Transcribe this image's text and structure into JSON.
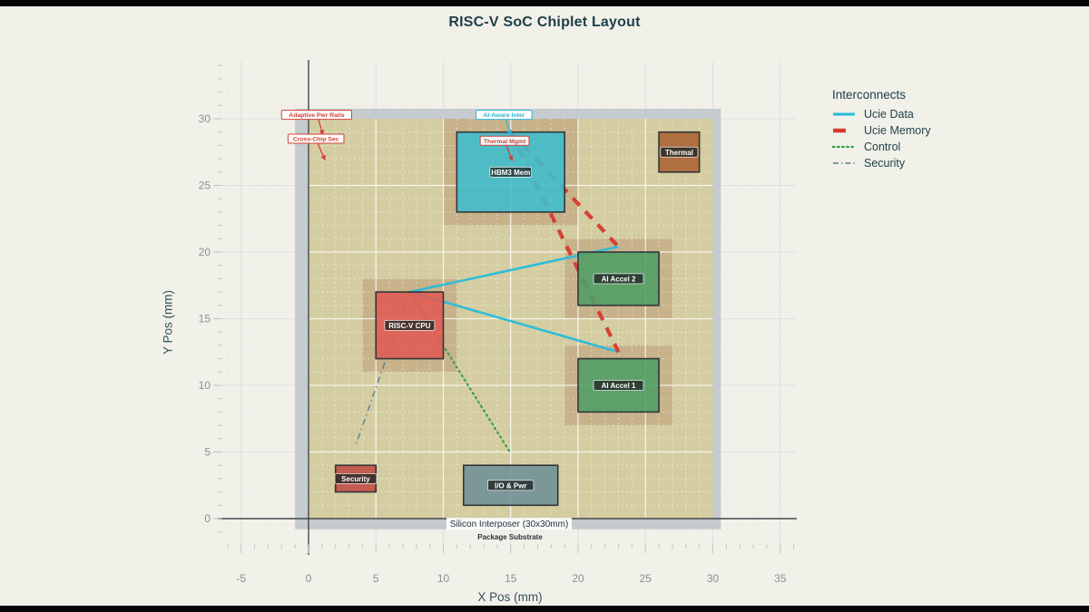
{
  "chart_data": {
    "type": "floorplan_scatter",
    "title": "RISC-V SoC Chiplet Layout",
    "xlabel": "X Pos (mm)",
    "ylabel": "Y Pos (mm)",
    "x_ticks": [
      -5,
      0,
      5,
      10,
      15,
      20,
      25,
      30,
      35
    ],
    "y_ticks": [
      0,
      5,
      10,
      15,
      20,
      25,
      30
    ],
    "xlim": [
      -6.4,
      36.2
    ],
    "ylim": [
      -1.9,
      34.3
    ],
    "grid": "on",
    "background_color": "#f1f0e9",
    "package_substrate": {
      "label": "Package Substrate",
      "x": -1,
      "y": -0.8,
      "w": 31.6,
      "h": 31.55,
      "color": "#c5cbce"
    },
    "interposer": {
      "label": "Silicon Interposer (30x30mm)",
      "x": 0,
      "y": 0,
      "w": 30,
      "h": 30,
      "color": "#d4cda1"
    },
    "halo_color": "#c7b28a",
    "chiplets": [
      {
        "id": "riscv-cpu",
        "label": "RISC-V CPU",
        "x": 5,
        "y": 12,
        "w": 5,
        "h": 5,
        "color": "#e05a52",
        "halo": true
      },
      {
        "id": "hbm3-mem",
        "label": "HBM3 Mem",
        "x": 11,
        "y": 23,
        "w": 8,
        "h": 6,
        "color": "#3ebdcd",
        "halo": true
      },
      {
        "id": "ai-accel-2",
        "label": "AI Accel 2",
        "x": 20,
        "y": 16,
        "w": 6,
        "h": 4,
        "color": "#4f9e63",
        "halo": true
      },
      {
        "id": "ai-accel-1",
        "label": "AI Accel 1",
        "x": 20,
        "y": 8,
        "w": 6,
        "h": 4,
        "color": "#4f9e63",
        "halo": true
      },
      {
        "id": "thermal",
        "label": "Thermal",
        "x": 26,
        "y": 26,
        "w": 3,
        "h": 3,
        "color": "#aa6233",
        "halo": false
      },
      {
        "id": "security",
        "label": "Security",
        "x": 2,
        "y": 2,
        "w": 3,
        "h": 2,
        "color": "#c24b43",
        "halo": false
      },
      {
        "id": "io-pwr",
        "label": "I/O & Pwr",
        "x": 11.5,
        "y": 1,
        "w": 7,
        "h": 3,
        "color": "#6e8f96",
        "halo": false
      }
    ],
    "legend": {
      "title": "Interconnects",
      "position": "right",
      "items": [
        {
          "name": "Ucie Data",
          "color": "#27bcdb",
          "style": "solid"
        },
        {
          "name": "Ucie Memory",
          "color": "#d63a2e",
          "style": "dashed"
        },
        {
          "name": "Control",
          "color": "#2f9e44",
          "style": "dotted"
        },
        {
          "name": "Security",
          "color": "#5a808d",
          "style": "dashdot"
        }
      ]
    },
    "links": [
      {
        "type": "Ucie Data",
        "from": [
          7.5,
          17
        ],
        "to": [
          23,
          20.4
        ]
      },
      {
        "type": "Ucie Data",
        "from": [
          7.5,
          17
        ],
        "to": [
          23,
          12.5
        ]
      },
      {
        "type": "Ucie Memory",
        "from": [
          15,
          29
        ],
        "to": [
          23,
          20.4
        ]
      },
      {
        "type": "Ucie Memory",
        "from": [
          15,
          29
        ],
        "to": [
          23,
          12.5
        ]
      },
      {
        "type": "Control",
        "from": [
          7.5,
          17
        ],
        "to": [
          15,
          4.9
        ]
      },
      {
        "type": "Security",
        "from": [
          7.5,
          17
        ],
        "to": [
          3.5,
          5.5
        ]
      }
    ],
    "annotations": [
      {
        "text": "Adaptive Pwr Rails",
        "color": "#d4403a",
        "text_at": [
          0.6,
          30.3
        ],
        "arrow_to": [
          1.05,
          28.85
        ]
      },
      {
        "text": "Cross-Chip Sec",
        "color": "#d4403a",
        "text_at": [
          0.55,
          28.5
        ],
        "arrow_to": [
          1.2,
          26.95
        ]
      },
      {
        "text": "AI-Aware Inter",
        "color": "#2fb6d4",
        "text_at": [
          14.5,
          30.3
        ],
        "arrow_to": [
          15.0,
          28.85
        ]
      },
      {
        "text": "Thermal Mgmt",
        "color": "#c8453e",
        "text_at": [
          14.55,
          28.35
        ],
        "arrow_to": [
          15.1,
          26.9
        ]
      }
    ]
  }
}
